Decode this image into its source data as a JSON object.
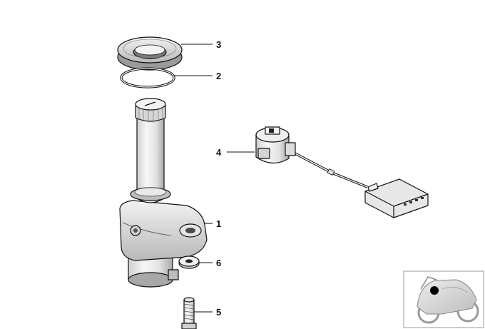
{
  "diagram": {
    "callouts": [
      {
        "id": "3",
        "label": "3"
      },
      {
        "id": "2",
        "label": "2"
      },
      {
        "id": "4",
        "label": "4"
      },
      {
        "id": "1",
        "label": "1"
      },
      {
        "id": "6",
        "label": "6"
      },
      {
        "id": "5",
        "label": "5"
      }
    ],
    "parts": [
      {
        "ref": "3",
        "icon": "cover-ring"
      },
      {
        "ref": "2",
        "icon": "o-ring"
      },
      {
        "ref": "1",
        "icon": "ignition-switch-housing"
      },
      {
        "ref": "4",
        "icon": "lock-cylinder-with-cable-connector"
      },
      {
        "ref": "6",
        "icon": "washer"
      },
      {
        "ref": "5",
        "icon": "bolt"
      }
    ],
    "thumbnail": {
      "icon": "motorcycle-location-icon",
      "marker_color": "#000000"
    }
  }
}
